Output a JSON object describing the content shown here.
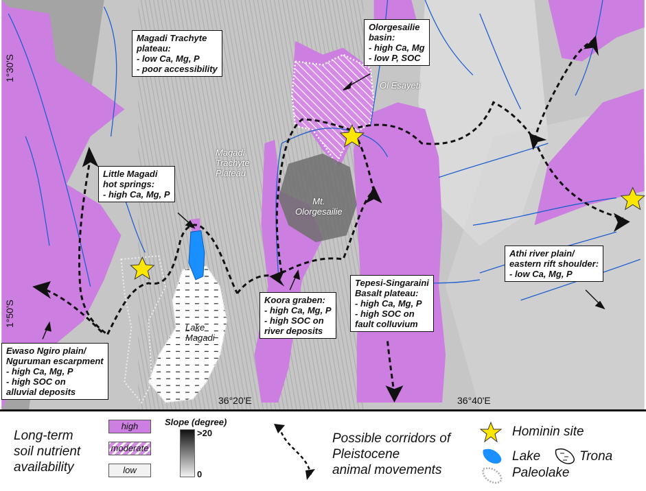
{
  "map": {
    "coords": {
      "lat_top": "1°30'S",
      "lat_bottom": "1°50'S",
      "lon_left": "36°20'E",
      "lon_right": "36°40'E"
    },
    "place_labels": {
      "ol_esayeti": "Ol Esayeti",
      "magadi_plateau": [
        "Magadi",
        "Trachyte",
        "Plateau"
      ],
      "mt_olorgesailie": [
        "Mt.",
        "Olorgesailie"
      ],
      "lake_magadi": [
        "Lake",
        "Magadi"
      ]
    },
    "callouts": {
      "magadi_trachyte": [
        "Magadi Trachyte",
        "plateau:",
        "- low Ca, Mg, P",
        "- poor accessibility"
      ],
      "olorgesailie": [
        "Olorgesailie",
        "basin:",
        "- high Ca, Mg",
        "- low P, SOC"
      ],
      "little_magadi": [
        "Little Magadi",
        "hot springs:",
        "- high Ca, Mg, P"
      ],
      "athi": [
        "Athi river plain/",
        "eastern rift shoulder:",
        "- low Ca, Mg, P"
      ],
      "tepesi": [
        "Tepesi-Singaraini",
        "Basalt plateau:",
        "- high Ca, Mg, P",
        "- high SOC on",
        "fault colluvium"
      ],
      "koora": [
        "Koora graben:",
        "- high Ca, Mg, P",
        "- high SOC on",
        "river deposits"
      ],
      "ewaso": [
        "Ewaso Ngiro plain/",
        "Nguruman escarpment",
        "- high Ca, Mg, P",
        "- high SOC on",
        "alluvial deposits"
      ]
    },
    "colors": {
      "high": "#cc7fe0",
      "relief_light": "#cfcfcf",
      "relief_dark": "#8a8a8a",
      "river": "#1f5fcf",
      "lake": "#1a8fff",
      "star": "#ffe600"
    }
  },
  "legend": {
    "availability_title": [
      "Long-term",
      "soil nutrient",
      "availability"
    ],
    "high": "high",
    "moderate": "moderate",
    "low": "low",
    "slope_title": "Slope (degree)",
    "slope_max": ">20",
    "slope_min": "0",
    "corridors": [
      "Possible corridors of",
      "Pleistocene",
      "animal movements"
    ],
    "hominin": "Hominin site",
    "lake": "Lake",
    "trona": "Trona",
    "paleolake": "Paleolake"
  }
}
